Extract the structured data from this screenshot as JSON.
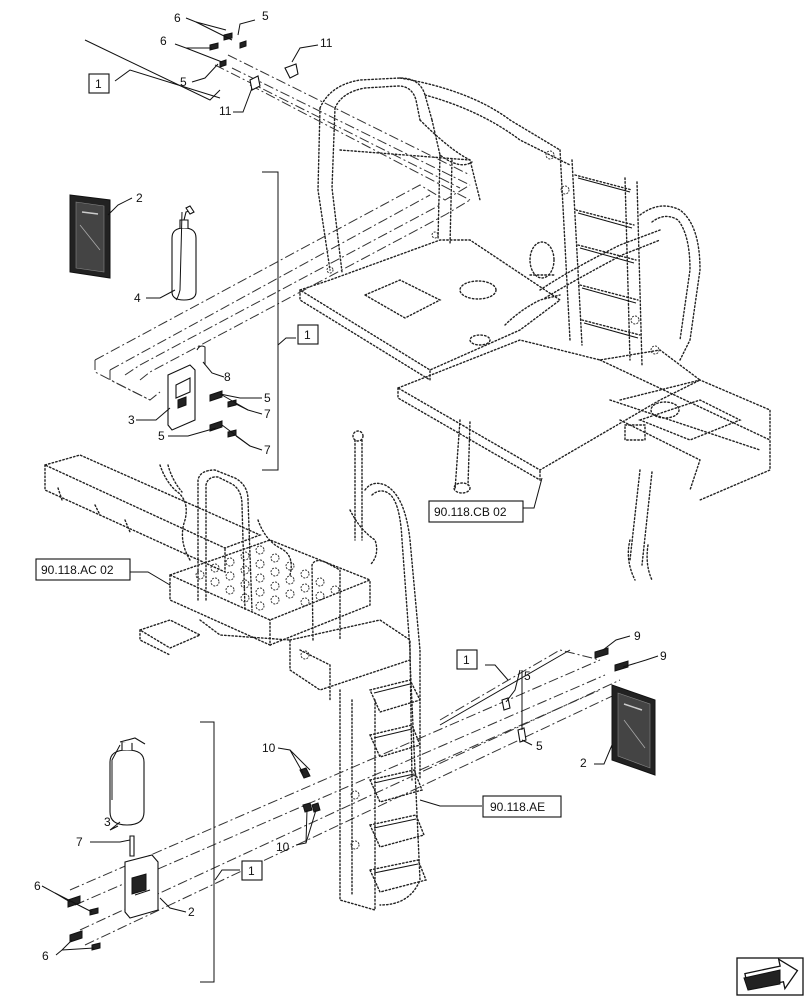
{
  "callouts": {
    "c6_top1": "6",
    "c5_top1": "5",
    "c6_top2": "6",
    "c11_top1": "11",
    "c5_top2": "5",
    "c11_top2": "11",
    "c1_top": "1",
    "c2_left": "2",
    "c4_left": "4",
    "c1_mid": "1",
    "c8": "8",
    "c5_mid1": "5",
    "c3_mid": "3",
    "c7_mid1": "7",
    "c5_mid2": "5",
    "c7_mid2": "7",
    "c9_a": "9",
    "c9_b": "9",
    "c1_right": "1",
    "c5_right1": "5",
    "c5_right2": "5",
    "c2_right": "2",
    "c10_a": "10",
    "c10_b": "10",
    "c3_bottom": "3",
    "c7_bottom": "7",
    "c1_bottom": "1",
    "c6_bottom1": "6",
    "c2_bottom": "2",
    "c6_bottom2": "6"
  },
  "references": {
    "cb02": "90.118.CB 02",
    "ac02": "90.118.AC 02",
    "ae": "90.118.AE"
  },
  "icons": {
    "navigation": "arrow-icon"
  }
}
